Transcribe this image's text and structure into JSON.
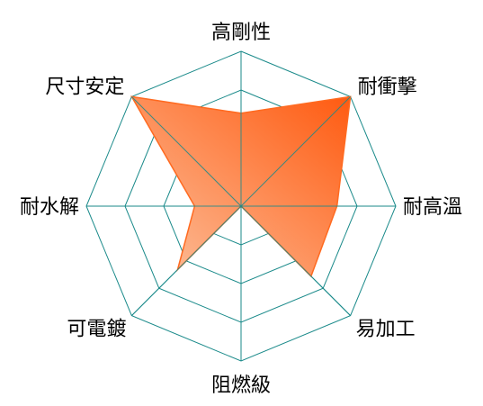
{
  "chart_data": {
    "type": "radar",
    "axes": [
      "高剛性",
      "耐衝擊",
      "耐高溫",
      "易加工",
      "阻燃級",
      "可電鍍",
      "耐水解",
      "尺寸安定"
    ],
    "series": [
      {
        "values": [
          3.0,
          5.0,
          3.1,
          3.2,
          0.0,
          2.9,
          1.5,
          5.0
        ]
      }
    ],
    "rlim": [
      0,
      5
    ],
    "levels": 4,
    "grid": true,
    "grid_shape": "polygon",
    "colors": {
      "grid": "#1a8a8a",
      "fill_light": "#fcc3a0",
      "fill_dark": "#ff5a10",
      "stroke": "#ff6a20"
    }
  }
}
